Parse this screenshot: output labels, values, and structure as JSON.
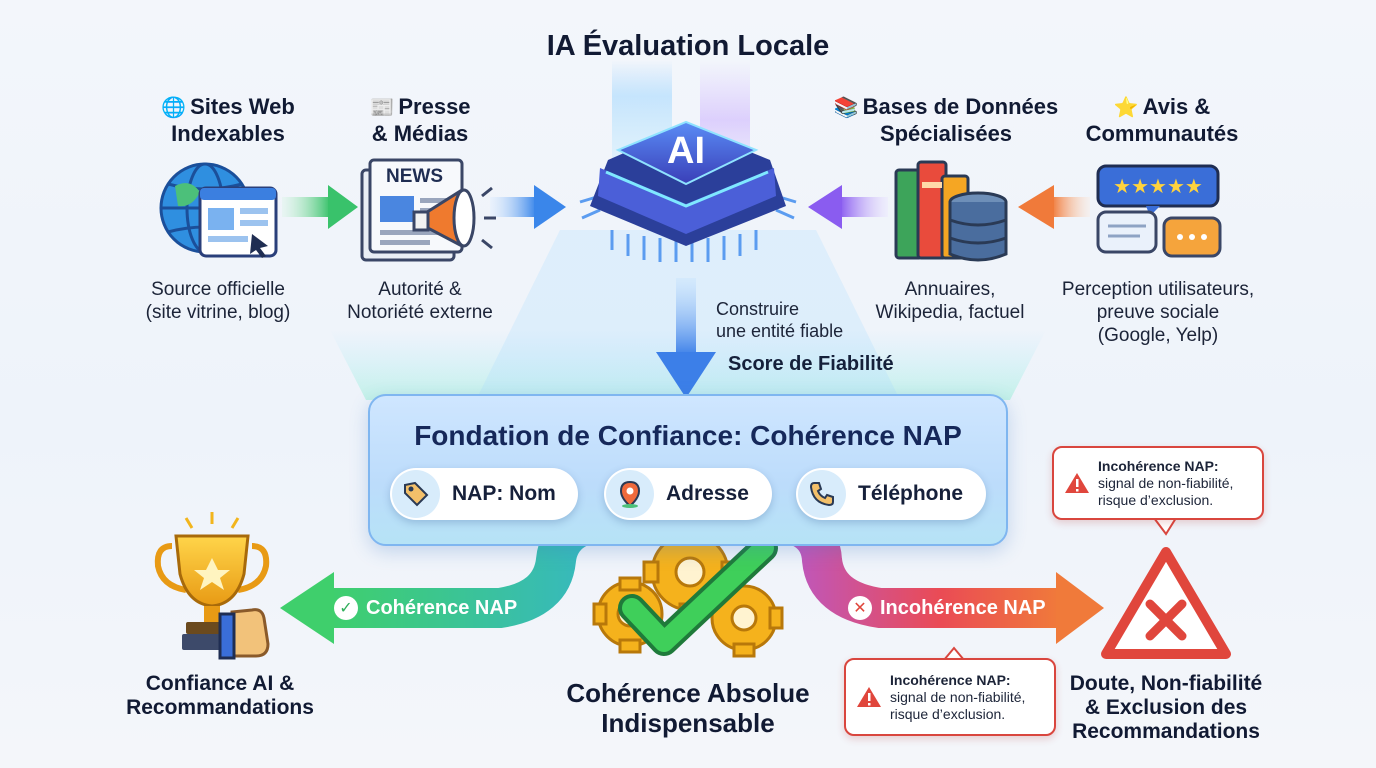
{
  "title": "IA Évaluation Locale",
  "sources": [
    {
      "emoji": "🌐",
      "title_line1": "Sites Web",
      "title_line2": "Indexables",
      "desc_line1": "Source officielle",
      "desc_line2": "(site vitrine, blog)"
    },
    {
      "emoji": "📰",
      "title_line1": "Presse",
      "title_line2": "& Médias",
      "desc_line1": "Autorité &",
      "desc_line2": "Notoriété externe"
    },
    {
      "emoji": "📚",
      "title_line1": "Bases de Données",
      "title_line2": "Spécialisées",
      "desc_line1": "Annuaires,",
      "desc_line2": "Wikipedia, factuel"
    },
    {
      "emoji": "⭐",
      "title_line1": "Avis &",
      "title_line2": "Communautés",
      "desc_line1": "Perception utilisateurs,",
      "desc_line2": "preuve sociale",
      "desc_line3": "(Google, Yelp)"
    }
  ],
  "news_label": "NEWS",
  "ai_chip_label": "AI",
  "build_note_line1": "Construire",
  "build_note_line2": "une entité fiable",
  "score_label": "Score de Fiabilité",
  "foundation": {
    "title": "Fondation de Confiance: Cohérence NAP",
    "pills": [
      {
        "label": "NAP: Nom",
        "icon": "tag-icon"
      },
      {
        "label": "Adresse",
        "icon": "map-pin-icon"
      },
      {
        "label": "Téléphone",
        "icon": "phone-icon"
      }
    ]
  },
  "left_path": {
    "label": "Cohérence NAP",
    "result_line1": "Confiance AI &",
    "result_line2": "Recommandations"
  },
  "center_result": {
    "line1": "Cohérence Absolue",
    "line2": "Indispensable"
  },
  "right_path": {
    "label": "Incohérence NAP",
    "result_line1": "Doute, Non-fiabilité",
    "result_line2": "& Exclusion des",
    "result_line3": "Recommandations"
  },
  "warning": {
    "title": "Incohérence NAP:",
    "line1": "signal de non-fiabilité,",
    "line2": "risque d’exclusion."
  },
  "colors": {
    "green": "#3fbf6a",
    "red": "#e5473d",
    "blue": "#3f7fe0",
    "purple": "#8a5cf0",
    "orange": "#f08a3c",
    "gold": "#f2b51c"
  }
}
